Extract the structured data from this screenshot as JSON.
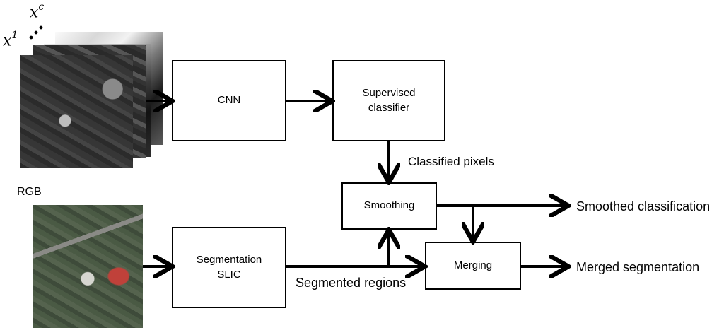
{
  "inputs": {
    "stack_label_first": "x",
    "stack_label_first_sup": "1",
    "stack_label_last": "x",
    "stack_label_last_sup": "c",
    "rgb_label": "RGB"
  },
  "nodes": {
    "cnn": "CNN",
    "supervised_classifier": "Supervised\nclassifier",
    "smoothing": "Smoothing",
    "segmentation": "Segmentation\nSLIC",
    "merging": "Merging"
  },
  "edges": {
    "classified_pixels": "Classified pixels",
    "segmented_regions": "Segmented regions",
    "smoothed_classification": "Smoothed classification",
    "merged_segmentation": "Merged segmentation"
  },
  "colors": {
    "line": "#000000",
    "image_dark": "#3b3b3b",
    "rgb_green": "#4a5a44",
    "roof_red": "#c0413a"
  }
}
